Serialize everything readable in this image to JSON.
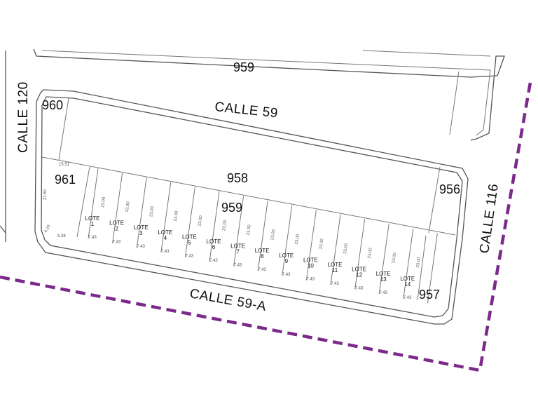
{
  "map": {
    "colors": {
      "background": "#ffffff",
      "block_outline": "#555555",
      "boundary": "#7b2a8a",
      "text": "#111111",
      "dimension_text": "#555555"
    },
    "streets": {
      "calle_120": "CALLE 120",
      "calle_59": "CALLE 59",
      "calle_59a": "CALLE 59-A",
      "calle_116": "CALLE 116"
    },
    "blocks": {
      "top_959": "959",
      "b960": "960",
      "b961": "961",
      "b958": "958",
      "b956": "956",
      "inner_959": "959",
      "b957": "957"
    },
    "lots": [
      {
        "line1": "LOTE",
        "line2": "1",
        "depth": "23.00",
        "front": "7.43"
      },
      {
        "line1": "LOTE",
        "line2": "2",
        "depth": "23.00",
        "front": "7.43"
      },
      {
        "line1": "LOTE",
        "line2": "3",
        "depth": "23.00",
        "front": "7.43"
      },
      {
        "line1": "LOTE",
        "line2": "4",
        "depth": "23.00",
        "front": "7.43"
      },
      {
        "line1": "LOTE",
        "line2": "5",
        "depth": "23.00",
        "front": "7.43"
      },
      {
        "line1": "LOTE",
        "line2": "6",
        "depth": "23.00",
        "front": "7.43"
      },
      {
        "line1": "LOTE",
        "line2": "7",
        "depth": "23.00",
        "front": "7.43"
      },
      {
        "line1": "LOTE",
        "line2": "8",
        "depth": "23.00",
        "front": "7.43"
      },
      {
        "line1": "LOTE",
        "line2": "9",
        "depth": "23.00",
        "front": "7.43"
      },
      {
        "line1": "LOTE",
        "line2": "10",
        "depth": "23.00",
        "front": "7.43"
      },
      {
        "line1": "LOTE",
        "line2": "11",
        "depth": "23.00",
        "front": "7.43"
      },
      {
        "line1": "LOTE",
        "line2": "12",
        "depth": "23.00",
        "front": "7.43"
      },
      {
        "line1": "LOTE",
        "line2": "13",
        "depth": "23.00",
        "front": "7.43"
      },
      {
        "line1": "LOTE",
        "line2": "14",
        "depth": "23.00",
        "front": "7.43"
      }
    ],
    "dimensions": {
      "corner_top": "15.51",
      "left_side": "21.50",
      "bottom_left": "6.38",
      "corner_diag": "4.20"
    }
  }
}
